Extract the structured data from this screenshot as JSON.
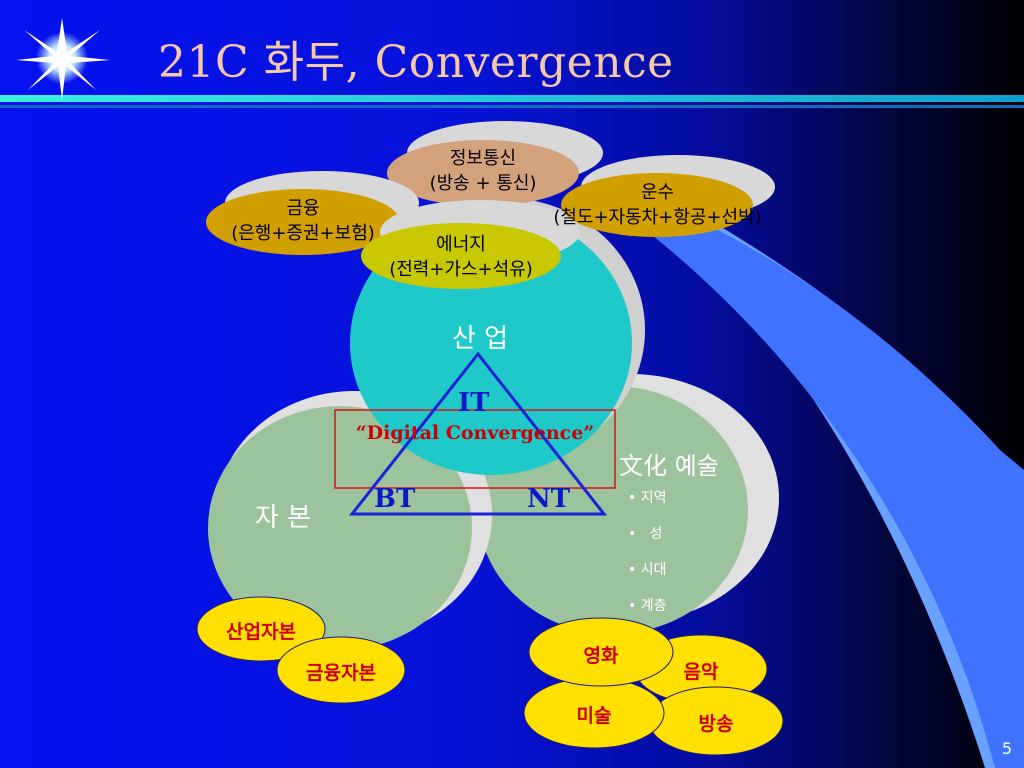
{
  "title": "21C 화두, Convergence",
  "page_number": "5",
  "bubbles": {
    "info": {
      "line1": "정보통신",
      "line2": "(방송 + 통신)"
    },
    "finance": {
      "line1": "금융",
      "line2": "(은행+증권+보험)"
    },
    "energy": {
      "line1": "에너지",
      "line2": "(전력+가스+석유)"
    },
    "transport": {
      "line1": "운수",
      "line2": "(철도+자동차+항공+선박)"
    }
  },
  "circles": {
    "industry": "산  업",
    "capital": "자  본",
    "culture": "文化 예술"
  },
  "triangle": {
    "top": "IT",
    "left": "BT",
    "right": "NT"
  },
  "digital_convergence": "“Digital Convergence”",
  "culture_bullets": [
    "지역",
    "  성",
    "시대",
    "계층"
  ],
  "capital_ovals": [
    "산업자본",
    "금융자본"
  ],
  "culture_ovals": [
    "영화",
    "음악",
    "미술",
    "방송"
  ],
  "colors": {
    "title": "#f6c8a8",
    "industry_circle": "#1fc9c9",
    "capital_circle": "#9dc39d",
    "culture_circle": "#9dc39d",
    "bubble_info": "#d2a27c",
    "bubble_gold": "#d1a000",
    "bubble_energy": "#c8c800",
    "oval_yellow": "#ffe000",
    "triangle": "#1b22d8",
    "red_accent": "#cc0000"
  },
  "icons": {
    "logo": "star-burst-icon"
  }
}
